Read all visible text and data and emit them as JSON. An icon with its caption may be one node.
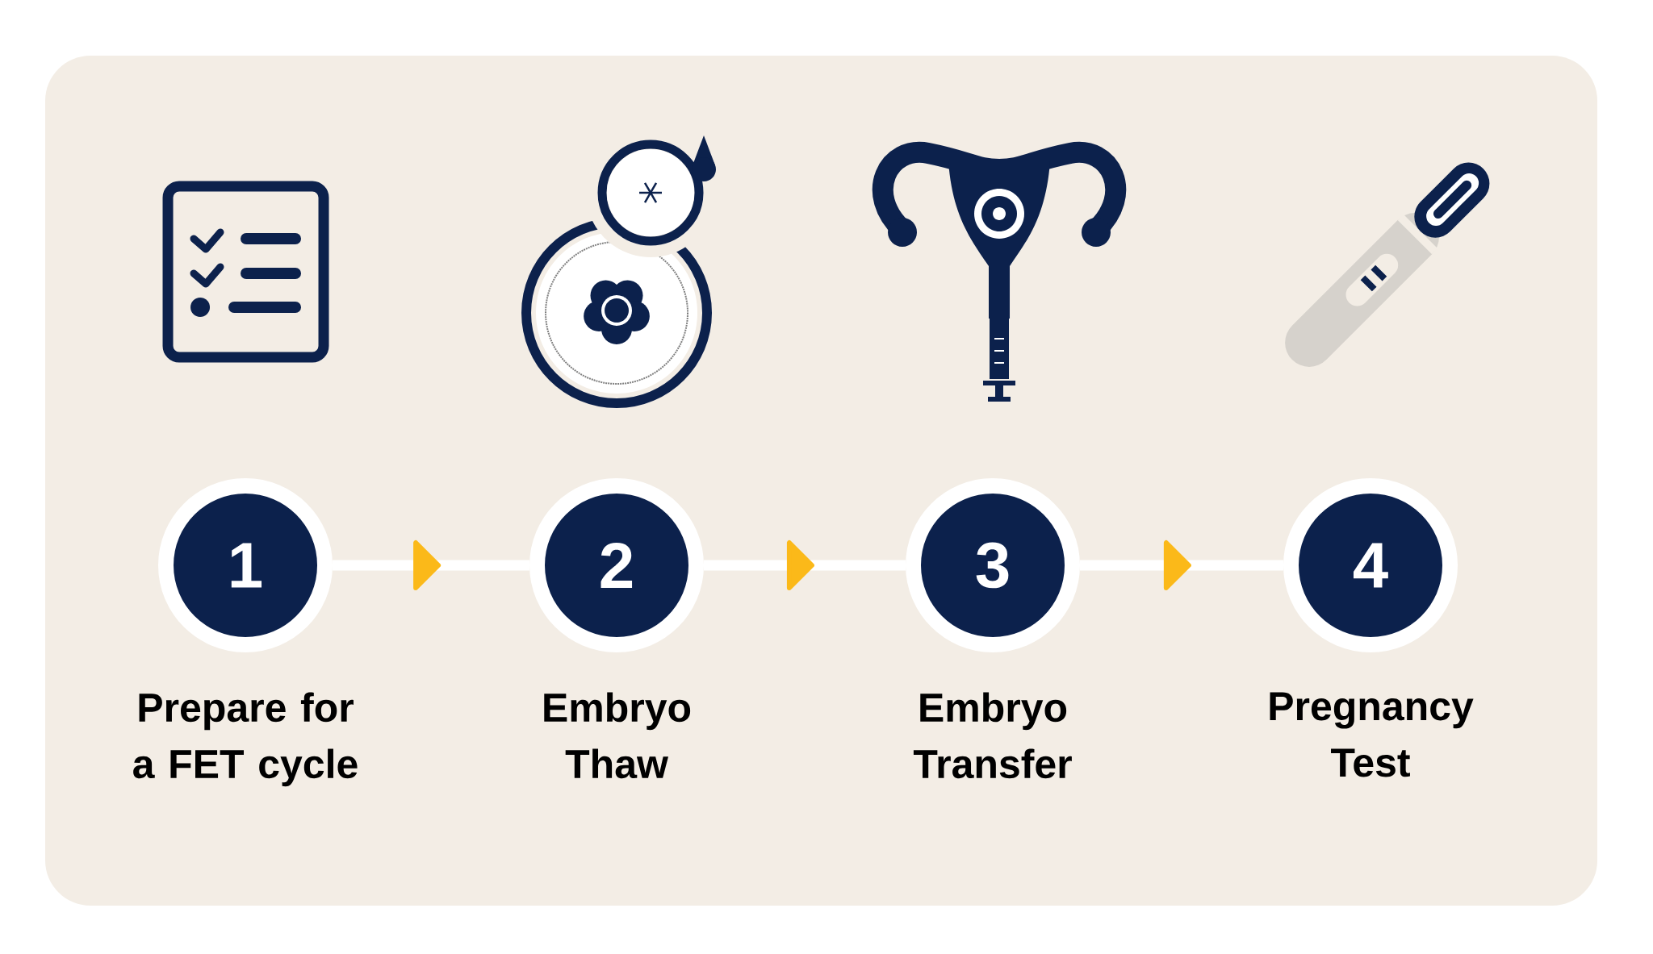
{
  "diagram": {
    "nodes": [
      {
        "text": [
          "1"
        ],
        "beside": [
          "Prepare for a FET cycle"
        ]
      },
      {
        "text": [
          "2"
        ],
        "beside": [
          "Embryo Thaw"
        ]
      },
      {
        "text": [
          "3"
        ],
        "beside": [
          "Embryo Transfer"
        ]
      },
      {
        "text": [
          "4"
        ],
        "beside": [
          "Pregnancy Test"
        ]
      }
    ],
    "edges": [
      {
        "from": 0,
        "to": 1,
        "arrow": "to"
      },
      {
        "from": 1,
        "to": 2,
        "arrow": "to"
      },
      {
        "from": 2,
        "to": 3,
        "arrow": "to"
      }
    ]
  }
}
